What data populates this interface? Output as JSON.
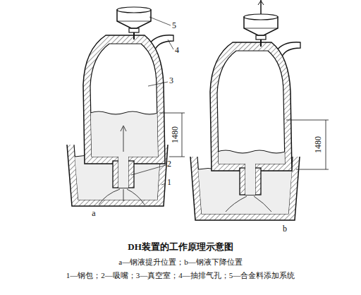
{
  "diagram": {
    "title": "DH装置的工作原理示意图",
    "caption": "a—钢液提升位置；b—钢液下降位置",
    "labels": [
      "5",
      "4",
      "3",
      "2",
      "1",
      "1480",
      "a",
      "1480",
      "b",
      "1—钢包；2—吸嘴；3—真空室；4—抽排气孔；5—合金料添加系统"
    ]
  }
}
